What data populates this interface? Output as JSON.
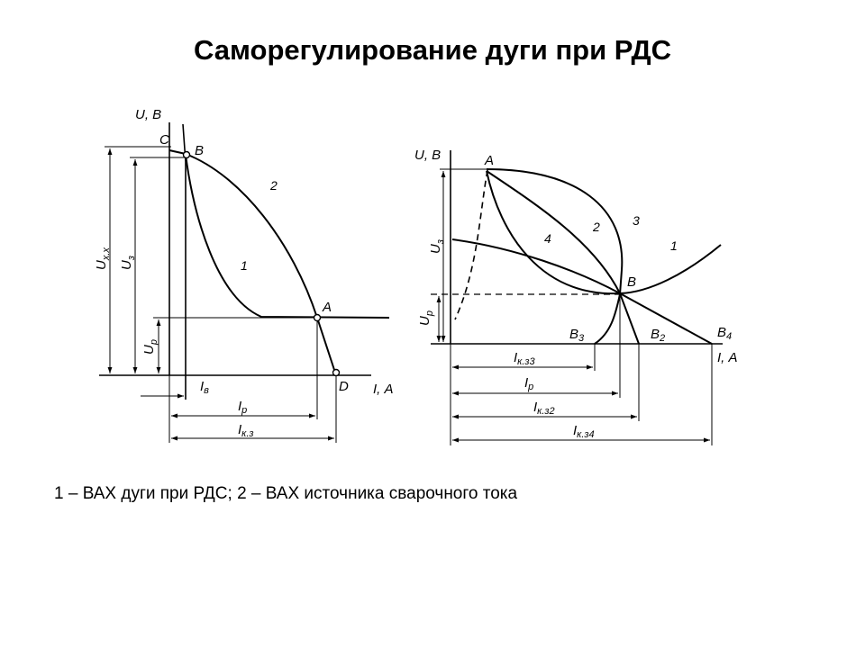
{
  "title": "Саморегулирование дуги при РДС",
  "caption": "1 – ВАХ дуги при РДС;   2 – ВАХ источника сварочного тока",
  "left_diagram": {
    "y_axis_label": "U, В",
    "x_axis_label": "I, А",
    "points": {
      "C": "С",
      "B": "В",
      "A": "А",
      "D": "D"
    },
    "curves": {
      "arc": "1",
      "source": "2"
    },
    "dims": {
      "uxx": "U",
      "uxx_sub": "х.х",
      "uz": "U",
      "uz_sub": "з",
      "up": "U",
      "up_sub": "р",
      "iv": "I",
      "iv_sub": "в",
      "ip": "I",
      "ip_sub": "р",
      "ikz": "I",
      "ikz_sub": "к.з"
    }
  },
  "right_diagram": {
    "y_axis_label": "U, В",
    "x_axis_label": "I, А",
    "points": {
      "A": "А",
      "B": "В",
      "B3": "В",
      "B3_sub": "3",
      "B2": "В",
      "B2_sub": "2",
      "B4": "В",
      "B4_sub": "4"
    },
    "curves": {
      "c1": "1",
      "c2": "2",
      "c3": "3",
      "c4": "4"
    },
    "dims": {
      "uz": "U",
      "uz_sub": "з",
      "up": "U",
      "up_sub": "р",
      "ikz3": "I",
      "ikz3_sub": "к.з3",
      "ip": "I",
      "ip_sub": "р",
      "ikz2": "I",
      "ikz2_sub": "к.з2",
      "ikz4": "I",
      "ikz4_sub": "к.з4"
    }
  }
}
